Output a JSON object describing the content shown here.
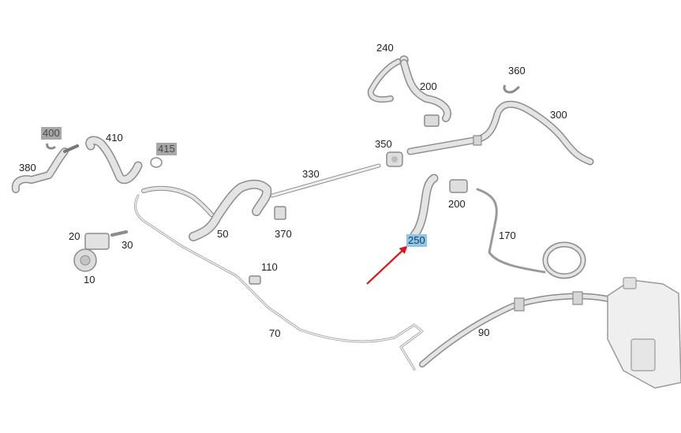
{
  "diagram": {
    "accent_arrow_color": "#e01010",
    "selected_label_bg": "#8ec5e8",
    "unavailable_label_bg": "#a8a8a8",
    "part_fill": "#e4e4e4",
    "part_outline": "#8c8c8c",
    "callouts": [
      {
        "id": "240",
        "state": "normal"
      },
      {
        "id": "200",
        "state": "normal"
      },
      {
        "id": "360",
        "state": "normal"
      },
      {
        "id": "300",
        "state": "normal"
      },
      {
        "id": "400",
        "state": "unavailable"
      },
      {
        "id": "410",
        "state": "normal"
      },
      {
        "id": "415",
        "state": "unavailable"
      },
      {
        "id": "380",
        "state": "normal"
      },
      {
        "id": "350",
        "state": "normal"
      },
      {
        "id": "330",
        "state": "normal"
      },
      {
        "id": "200",
        "state": "normal"
      },
      {
        "id": "20",
        "state": "normal"
      },
      {
        "id": "30",
        "state": "normal"
      },
      {
        "id": "10",
        "state": "normal"
      },
      {
        "id": "50",
        "state": "normal"
      },
      {
        "id": "370",
        "state": "normal"
      },
      {
        "id": "250",
        "state": "selected"
      },
      {
        "id": "170",
        "state": "normal"
      },
      {
        "id": "110",
        "state": "normal"
      },
      {
        "id": "70",
        "state": "normal"
      },
      {
        "id": "90",
        "state": "normal"
      }
    ]
  }
}
